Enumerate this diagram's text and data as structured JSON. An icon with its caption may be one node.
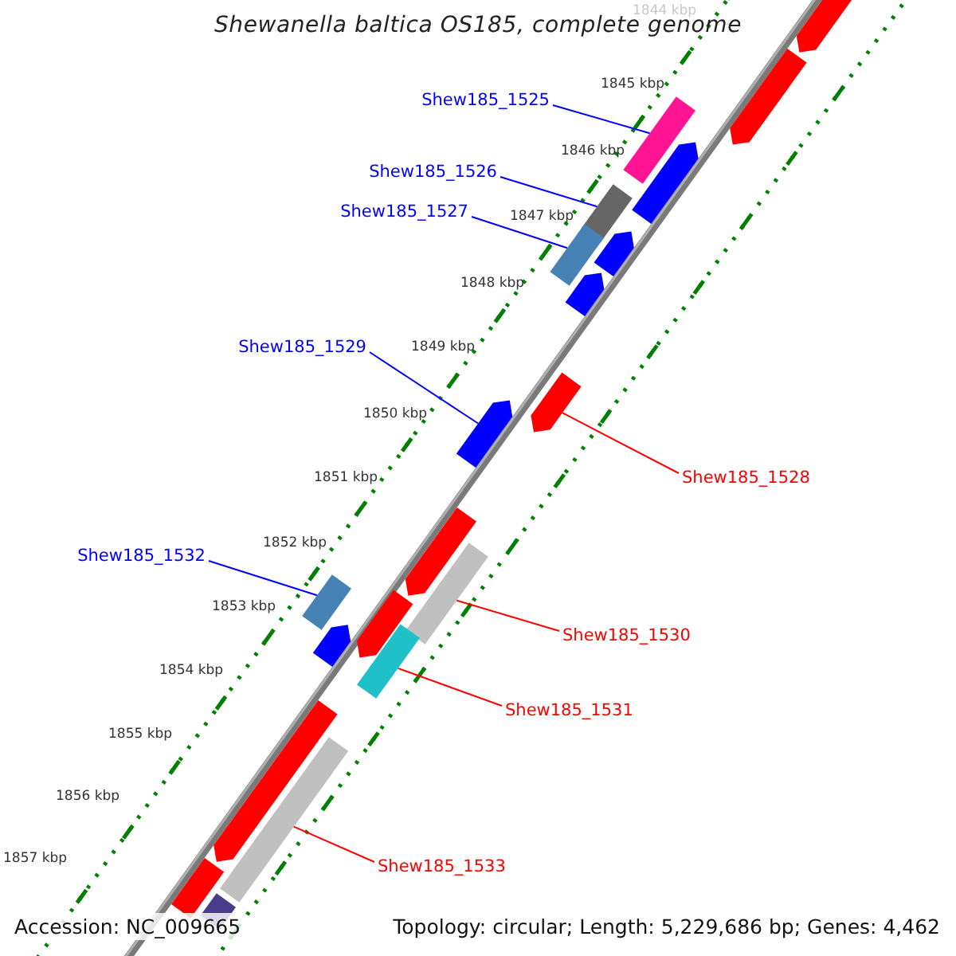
{
  "diagram": {
    "title": "Shewanella baltica OS185, complete genome",
    "nodes": [
      {
        "text": [
          "Shew185_1525"
        ]
      },
      {
        "text": [
          "Shew185_1526"
        ]
      },
      {
        "text": [
          "Shew185_1527"
        ]
      },
      {
        "text": [
          "Shew185_1529"
        ]
      },
      {
        "text": [
          "Shew185_1528"
        ]
      },
      {
        "text": [
          "Shew185_1532"
        ]
      },
      {
        "text": [
          "Shew185_1530"
        ]
      },
      {
        "text": [
          "Shew185_1531"
        ]
      },
      {
        "text": [
          "Shew185_1533"
        ]
      },
      {
        "text": [],
        "shape": "bar"
      },
      {
        "text": [],
        "shape": "bar"
      },
      {
        "text": [],
        "shape": "bar"
      },
      {
        "text": [],
        "shape": "pentagon"
      },
      {
        "text": [],
        "shape": "pentagon"
      },
      {
        "text": [],
        "shape": "bar"
      },
      {
        "text": [],
        "shape": "bar"
      },
      {
        "text": [],
        "shape": "bar"
      },
      {
        "text": [],
        "shape": "bar"
      },
      {
        "text": [],
        "shape": "pentagon"
      },
      {
        "text": [],
        "shape": "pentagon"
      },
      {
        "text": [],
        "shape": "pentagon"
      },
      {
        "text": [],
        "shape": "pentagon"
      },
      {
        "text": [],
        "shape": "pentagon"
      },
      {
        "text": [],
        "shape": "pentagon"
      },
      {
        "text": [],
        "shape": "pentagon"
      },
      {
        "text": [],
        "shape": "pentagon"
      },
      {
        "text": [],
        "shape": "pentagon"
      },
      {
        "text": [],
        "shape": "bar"
      },
      {
        "text": [],
        "shape": "bar"
      }
    ],
    "edges": [
      {
        "from": 0,
        "to": 9,
        "arrow": "none"
      },
      {
        "from": 1,
        "to": 10,
        "arrow": "none"
      },
      {
        "from": 2,
        "to": 11,
        "arrow": "none"
      },
      {
        "from": 3,
        "to": 12,
        "arrow": "none"
      },
      {
        "from": 4,
        "to": 13,
        "arrow": "none",
        "color": "#ff0000"
      },
      {
        "from": 5,
        "to": 14,
        "arrow": "none"
      },
      {
        "from": 6,
        "to": 15,
        "arrow": "none",
        "color": "#ff0000"
      },
      {
        "from": 7,
        "to": 16,
        "arrow": "none",
        "color": "#ff0000"
      },
      {
        "from": 8,
        "to": 17,
        "arrow": "none",
        "color": "#ff0000"
      }
    ],
    "labels": [
      "1844 kbp",
      "1845 kbp",
      "1846 kbp",
      "1847 kbp",
      "1848 kbp",
      "1849 kbp",
      "1850 kbp",
      "1851 kbp",
      "1852 kbp",
      "1853 kbp",
      "1854 kbp",
      "1855 kbp",
      "1856 kbp",
      "1857 kbp",
      "Accession: NC_009665",
      "Topology: circular; Length: 5,229,686 bp; Genes: 4,462"
    ]
  }
}
